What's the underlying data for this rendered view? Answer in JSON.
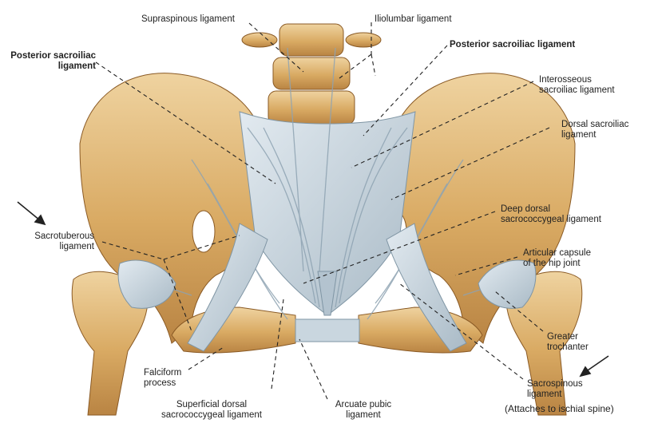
{
  "labels": {
    "supraspinous": "Supraspinous ligament",
    "iliolumbar": "Iliolumbar ligament",
    "posterior_sacroiliac_left": "Posterior sacroiliac\nligament",
    "posterior_sacroiliac_right": "Posterior sacroiliac ligament",
    "interosseous": "Interosseous\nsacroiliac ligament",
    "dorsal_sacroiliac": "Dorsal sacroiliac\nligament",
    "deep_dorsal_sacrococcygeal": "Deep dorsal\nsacrococcygeal ligament",
    "sacrotuberous": "Sacrotuberous\nligament",
    "articular_capsule": "Articular capsule\nof the hip joint",
    "greater_trochanter": "Greater\ntrochanter",
    "sacrospinous": "Sacrospinous\nligament",
    "sacrospinous_note": "(Attaches to ischial spine)",
    "falciform": "Falciform\nprocess",
    "superficial_dorsal_sacrococcygeal": "Superficial dorsal\nsacrococcygeal ligament",
    "arcuate_pubic": "Arcuate pubic\nligament"
  },
  "colors": {
    "bone": "#d9aa63",
    "bone_light": "#ecd2a2",
    "bone_dark": "#b07a3a",
    "ligament": "#c9d6df",
    "ligament_dark": "#8fa4b3",
    "leader": "#222222"
  }
}
